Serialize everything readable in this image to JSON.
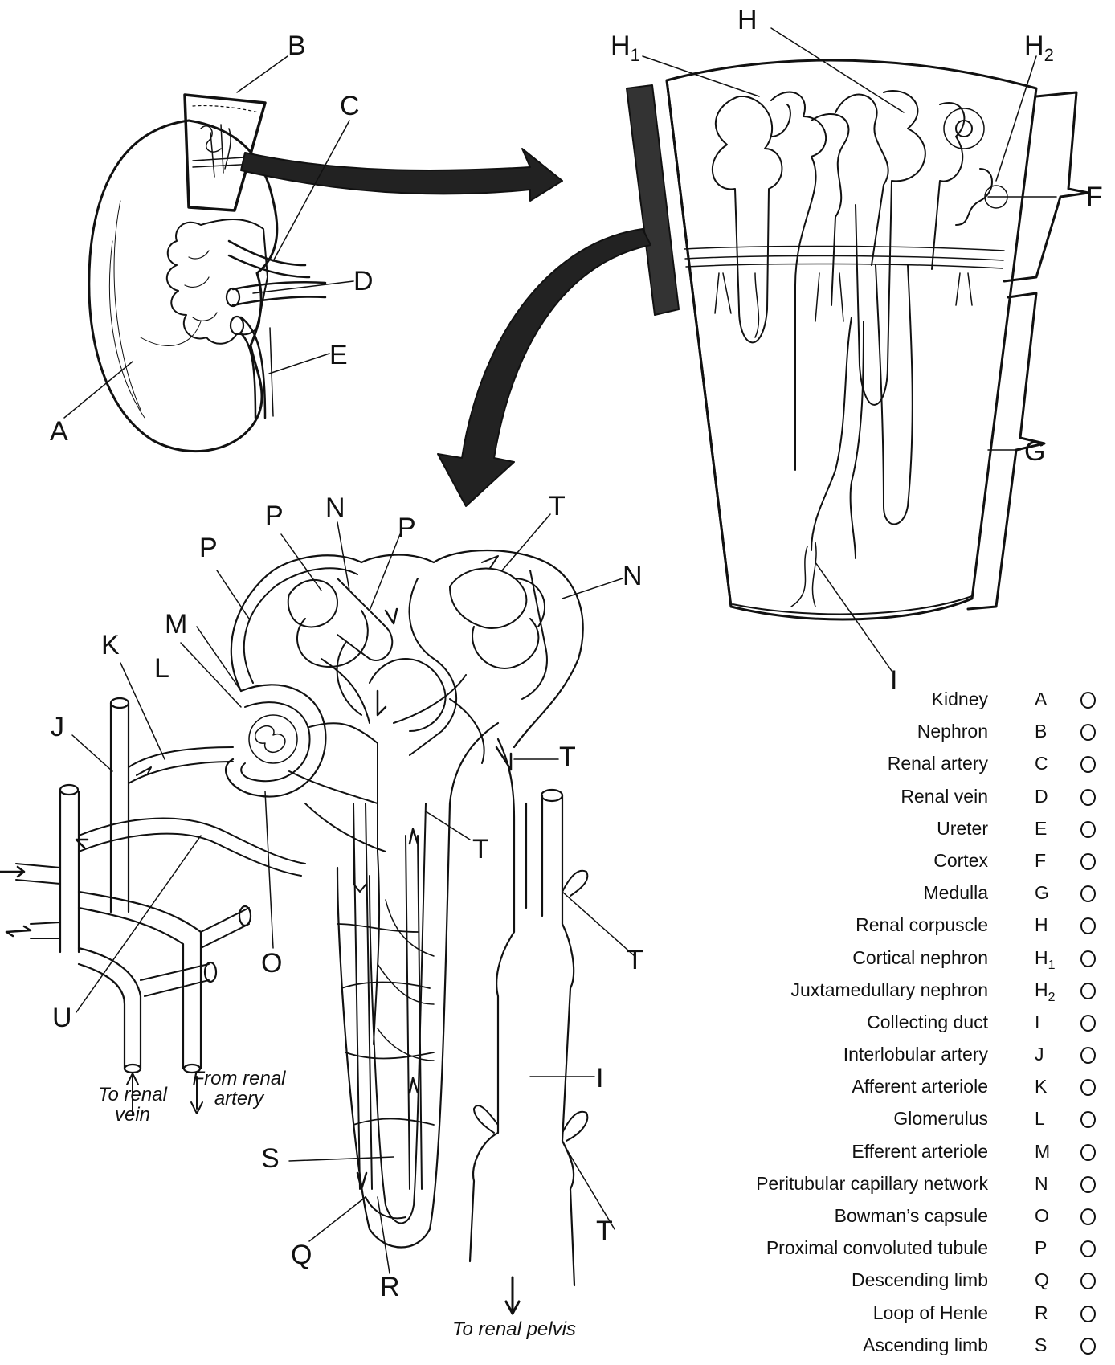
{
  "labels": {
    "A": "A",
    "B": "B",
    "C": "C",
    "D": "D",
    "E": "E",
    "F": "F",
    "G": "G",
    "H": "H",
    "H1": "H",
    "H1_sub": "1",
    "H2": "H",
    "H2_sub": "2",
    "I": "I",
    "J": "J",
    "K": "K",
    "L": "L",
    "M": "M",
    "N": "N",
    "O": "O",
    "P": "P",
    "Q": "Q",
    "R": "R",
    "S": "S",
    "T": "T",
    "U": "U"
  },
  "captions": {
    "to_renal_vein": "To renal vein",
    "from_renal_artery": "From renal artery",
    "to_renal_pelvis": "To renal pelvis"
  },
  "legend": [
    {
      "name": "Kidney",
      "letter": "A"
    },
    {
      "name": "Nephron",
      "letter": "B"
    },
    {
      "name": "Renal artery",
      "letter": "C"
    },
    {
      "name": "Renal vein",
      "letter": "D"
    },
    {
      "name": "Ureter",
      "letter": "E"
    },
    {
      "name": "Cortex",
      "letter": "F"
    },
    {
      "name": "Medulla",
      "letter": "G"
    },
    {
      "name": "Renal corpuscle",
      "letter": "H"
    },
    {
      "name": "Cortical nephron",
      "letter": "H",
      "sub": "1"
    },
    {
      "name": "Juxtamedullary nephron",
      "letter": "H",
      "sub": "2"
    },
    {
      "name": "Collecting duct",
      "letter": "I"
    },
    {
      "name": "Interlobular artery",
      "letter": "J"
    },
    {
      "name": "Afferent arteriole",
      "letter": "K"
    },
    {
      "name": "Glomerulus",
      "letter": "L"
    },
    {
      "name": "Efferent arteriole",
      "letter": "M"
    },
    {
      "name": "Peritubular capillary network",
      "letter": "N"
    },
    {
      "name": "Bowman’s capsule",
      "letter": "O"
    },
    {
      "name": "Proximal convoluted tubule",
      "letter": "P"
    },
    {
      "name": "Descending limb",
      "letter": "Q"
    },
    {
      "name": "Loop of  Henle",
      "letter": "R"
    },
    {
      "name": "Ascending limb",
      "letter": "S"
    }
  ]
}
